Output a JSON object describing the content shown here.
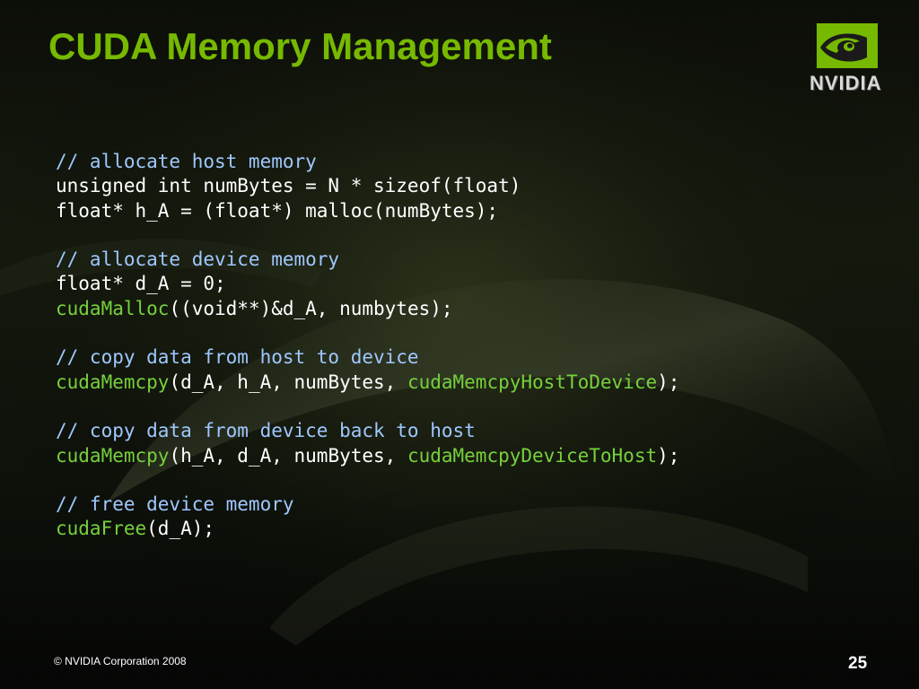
{
  "slide": {
    "title": "CUDA Memory Management",
    "logo_text": "NVIDIA",
    "footer": "© NVIDIA Corporation 2008",
    "page_number": "25"
  },
  "colors": {
    "title_green": "#76b900",
    "comment_blue": "#9fc8ff",
    "api_green": "#76d13c",
    "code_white": "#ffffff"
  },
  "code": {
    "lines": [
      [
        {
          "cls": "comment",
          "text": "// allocate host memory"
        }
      ],
      [
        {
          "cls": "text",
          "text": "unsigned int numBytes = N * sizeof(float)"
        }
      ],
      [
        {
          "cls": "text",
          "text": "float* h_A = (float*) malloc(numBytes);"
        }
      ],
      [],
      [
        {
          "cls": "comment",
          "text": "// allocate device memory"
        }
      ],
      [
        {
          "cls": "text",
          "text": "float* d_A = 0;"
        }
      ],
      [
        {
          "cls": "api",
          "text": "cudaMalloc"
        },
        {
          "cls": "text",
          "text": "((void**)&d_A, numbytes);"
        }
      ],
      [],
      [
        {
          "cls": "comment",
          "text": "// copy data from host to device"
        }
      ],
      [
        {
          "cls": "api",
          "text": "cudaMemcpy"
        },
        {
          "cls": "text",
          "text": "(d_A, h_A, numBytes, "
        },
        {
          "cls": "api",
          "text": "cudaMemcpyHostToDevice"
        },
        {
          "cls": "text",
          "text": ");"
        }
      ],
      [],
      [
        {
          "cls": "comment",
          "text": "// copy data from device back to host"
        }
      ],
      [
        {
          "cls": "api",
          "text": "cudaMemcpy"
        },
        {
          "cls": "text",
          "text": "(h_A, d_A, numBytes, "
        },
        {
          "cls": "api",
          "text": "cudaMemcpyDeviceToHost"
        },
        {
          "cls": "text",
          "text": ");"
        }
      ],
      [],
      [
        {
          "cls": "comment",
          "text": "// free device memory"
        }
      ],
      [
        {
          "cls": "api",
          "text": "cudaFree"
        },
        {
          "cls": "text",
          "text": "(d_A);"
        }
      ]
    ]
  }
}
